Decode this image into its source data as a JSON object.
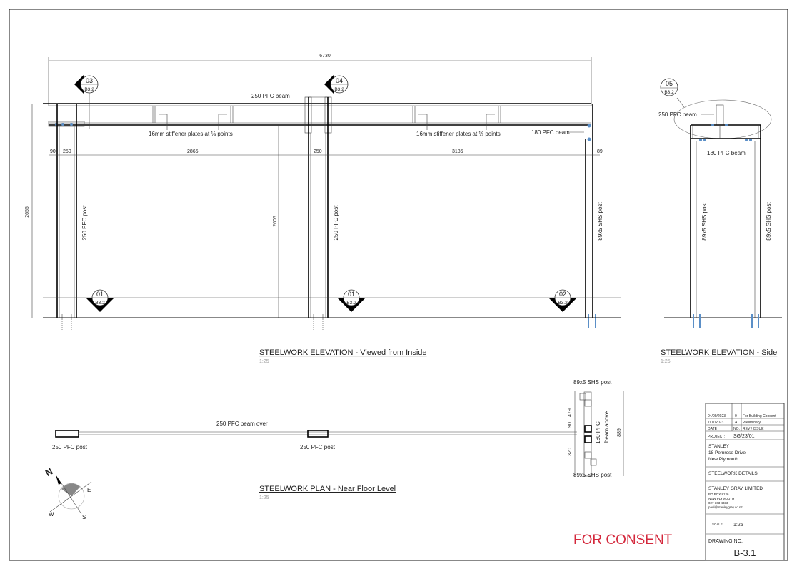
{
  "elevation": {
    "overall_dim": "6730",
    "beam_label": "250 PFC beam",
    "stiffener_label_1": "16mm stiffener plates at ⅓ points",
    "stiffener_label_2": "16mm stiffener plates at ⅓ points",
    "end_beam_label": "180 PFC beam",
    "dims": [
      "90",
      "250",
      "2865",
      "250",
      "3185",
      "89"
    ],
    "height_dim_outer": "2655",
    "height_dim_inner": "2605",
    "post_left": "250 PFC post",
    "post_mid": "250 PFC post",
    "post_right": "89x5 SHS post",
    "markers": [
      {
        "num": "03",
        "ref": "B3.2"
      },
      {
        "num": "04",
        "ref": "B3.2"
      },
      {
        "num": "01",
        "ref": "B3.2"
      },
      {
        "num": "01",
        "ref": "B3.2"
      },
      {
        "num": "02",
        "ref": "B3.2"
      }
    ],
    "title": "STEELWORK ELEVATION - Viewed from Inside",
    "scale": "1:25"
  },
  "side": {
    "marker": {
      "num": "05",
      "ref": "B3.2"
    },
    "beam_top_label": "250 PFC beam",
    "beam_label": "180 PFC beam",
    "post_left": "89x5 SHS post",
    "post_right": "89x5 SHS post",
    "title": "STEELWORK ELEVATION - Side",
    "scale": "1:25"
  },
  "plan": {
    "beam_label": "250 PFC beam over",
    "post_left": "250 PFC post",
    "post_mid": "250 PFC post",
    "shs_top": "89x5 SHS post",
    "shs_bottom": "89x5 SHS post",
    "pfc_label_1": "180 PFC",
    "pfc_label_2": "beam above",
    "dims": [
      "479",
      "90",
      "320",
      "889"
    ],
    "title": "STEELWORK PLAN - Near Floor Level",
    "scale": "1:25"
  },
  "compass": {
    "north": "N",
    "east": "E",
    "south": "S",
    "west": "W"
  },
  "stamp": "FOR CONSENT",
  "title_block": {
    "revisions": [
      {
        "date": "04/09/2023",
        "no": "0",
        "issue": "For Building Consent"
      },
      {
        "date": "7/07/2023",
        "no": "A",
        "issue": "Preliminary"
      }
    ],
    "rev_headers": {
      "date": "DATE",
      "no": "NO.",
      "issue": "REV / ISSUE"
    },
    "project_label": "PROJECT:",
    "project": "SG/23/01",
    "client": "STANLEY",
    "address_1": "18 Pemrose Drive",
    "address_2": "New Plymouth",
    "sheet_title": "STEELWORK DETAILS",
    "company": "STANLEY GRAY LIMITED",
    "company_lines": [
      "PO BOX 8126",
      "NEW PLYMOUTH",
      "027 363 4333",
      "paul@stanleygray.co.nz"
    ],
    "scale_label": "SCALE:",
    "scale": "1:25",
    "drawing_no_label": "DRAWING NO:",
    "drawing_no": "B-3.1"
  }
}
